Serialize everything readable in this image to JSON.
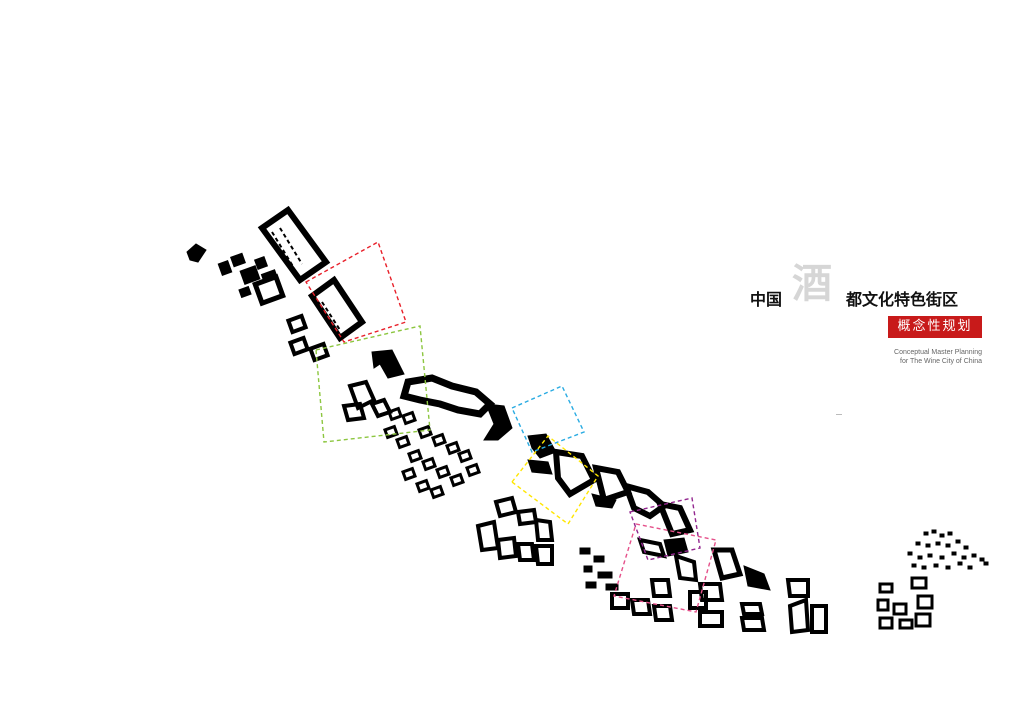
{
  "title": {
    "prefix": "中国",
    "emphasis": "酒",
    "suffix": "都文化特色街区",
    "badge": "概念性规划",
    "subtitle_line1": "Conceptual Master Planning",
    "subtitle_line2": "for The Wine City of China"
  },
  "colors": {
    "buildings": "#000000",
    "badge_bg": "#c81a1a",
    "zone_red": "#e8202a",
    "zone_green": "#8cc63f",
    "zone_cyan": "#29abe2",
    "zone_yellow": "#ffe600",
    "zone_purple": "#93278f",
    "zone_pink": "#e5508a"
  },
  "zones": [
    {
      "name": "zone-red",
      "color": "#e8202a"
    },
    {
      "name": "zone-green",
      "color": "#8cc63f"
    },
    {
      "name": "zone-cyan",
      "color": "#29abe2"
    },
    {
      "name": "zone-yellow",
      "color": "#ffe600"
    },
    {
      "name": "zone-purple",
      "color": "#93278f"
    },
    {
      "name": "zone-pink",
      "color": "#e5508a"
    }
  ]
}
